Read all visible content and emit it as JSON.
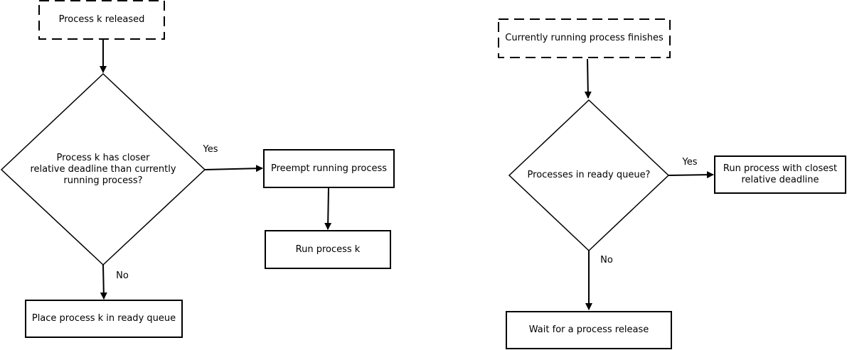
{
  "left_flow": {
    "start_event": "Process k released",
    "decision": [
      "Process k has closer",
      "relative deadline than currently",
      "running process?"
    ],
    "yes_label": "Yes",
    "no_label": "No",
    "preempt_box": "Preempt running process",
    "run_box": "Run process k",
    "queue_box": "Place process k in ready queue"
  },
  "right_flow": {
    "start_event": "Currently running process finishes",
    "decision": "Processes in ready queue?",
    "yes_label": "Yes",
    "no_label": "No",
    "run_closest_box": [
      "Run process with closest",
      "relative deadline"
    ],
    "wait_box": "Wait for a process release"
  }
}
